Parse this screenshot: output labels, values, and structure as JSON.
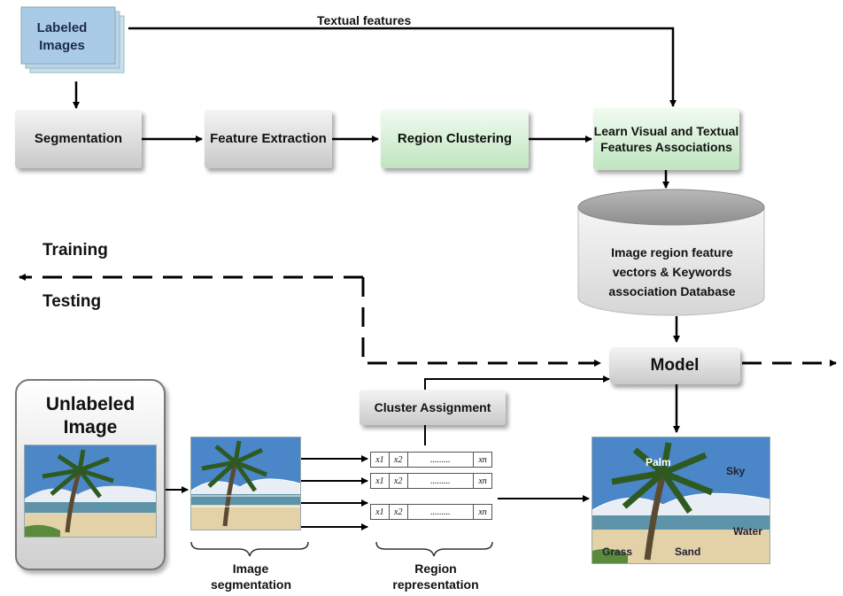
{
  "labeled_images": "Labeled Images",
  "textual_features": "Textual features",
  "steps": {
    "segmentation": "Segmentation",
    "feature_extraction": "Feature Extraction",
    "region_clustering": "Region Clustering",
    "learn_associations": "Learn Visual and Textual Features Associations"
  },
  "database": "Image region feature vectors & Keywords association  Database",
  "training_label": "Training",
  "testing_label": "Testing",
  "model": "Model",
  "cluster_assignment": "Cluster Assignment",
  "unlabeled_image": "Unlabeled Image",
  "image_segmentation": "Image segmentation",
  "region_representation": "Region representation",
  "vector": {
    "x1": "x1",
    "x2": "x2",
    "dots": ".........",
    "xn": "xn"
  },
  "annotations": {
    "palm": "Palm",
    "sky": "Sky",
    "water": "Water",
    "grass": "Grass",
    "sand": "Sand"
  }
}
